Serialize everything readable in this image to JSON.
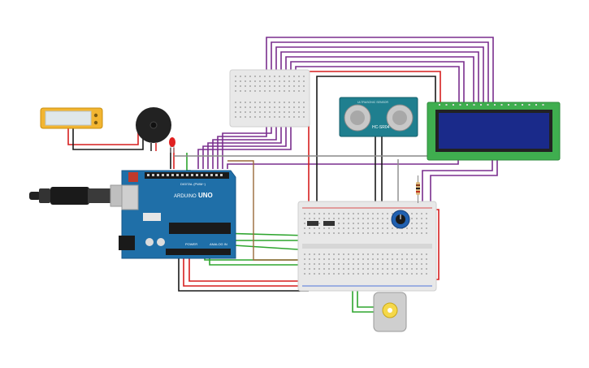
{
  "labels": {
    "arduino_logo": "ARDUINO",
    "arduino_model": "UNO",
    "digital_header": "DIGITAL (PWM~)",
    "power_header": "POWER",
    "analog_header": "ANALOG IN",
    "sensor_model": "HC-SR04",
    "sensor_brand": "ULTRASONIC SENSOR"
  },
  "colors": {
    "wire_purple": "#7a2e8e",
    "wire_red": "#d61f1f",
    "wire_black": "#1a1a1a",
    "wire_green": "#2ea52e",
    "wire_brown": "#9a6a3a",
    "wire_gray": "#8a8a8a",
    "arduino_blue": "#1f6fa8",
    "lcd_green": "#3fae4f",
    "lcd_screen": "#1a2a8a",
    "sensor_teal": "#1f7f8f",
    "sensor_silver": "#c8c8c8",
    "breadboard": "#e8e8e8",
    "battery_yellow": "#f2b531",
    "buzzer_black": "#222222",
    "led_red": "#e02020",
    "pot_blue": "#2060b0",
    "motor_gray": "#cfcfcf",
    "motor_yellow": "#f5d84a"
  },
  "components": [
    {
      "id": "arduino",
      "icon": "arduino-uno-board-icon"
    },
    {
      "id": "usb",
      "icon": "usb-cable-icon"
    },
    {
      "id": "lcd",
      "icon": "lcd-16x2-icon"
    },
    {
      "id": "ultrasonic",
      "icon": "ultrasonic-sensor-icon"
    },
    {
      "id": "breadboard-main",
      "icon": "breadboard-icon"
    },
    {
      "id": "breadboard-mini",
      "icon": "mini-breadboard-icon"
    },
    {
      "id": "buzzer",
      "icon": "piezo-buzzer-icon"
    },
    {
      "id": "led",
      "icon": "led-icon"
    },
    {
      "id": "potentiometer",
      "icon": "potentiometer-icon"
    },
    {
      "id": "motor",
      "icon": "dc-motor-icon"
    },
    {
      "id": "battery",
      "icon": "battery-icon"
    },
    {
      "id": "resistor",
      "icon": "resistor-icon"
    }
  ]
}
